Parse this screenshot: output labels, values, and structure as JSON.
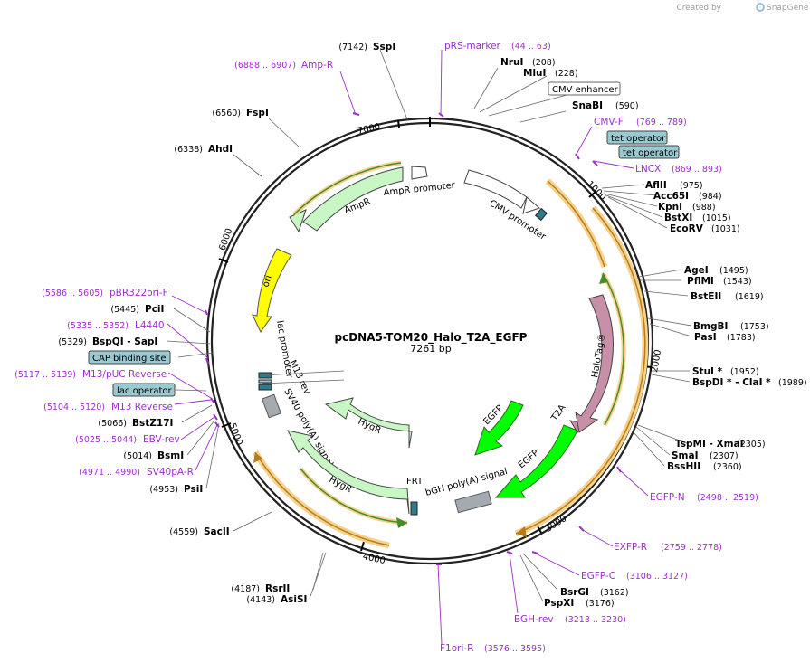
{
  "brand": {
    "created_by": "Created by",
    "name": "SnapGene"
  },
  "map": {
    "title": "pcDNA5-TOM20_Halo_T2A_EGFP",
    "size": "7261 bp"
  },
  "ticks": [
    "1000",
    "2000",
    "3000",
    "4000",
    "5000",
    "6000",
    "7000"
  ],
  "enzymes": [
    {
      "pos": "(7142)",
      "name": "SspI"
    },
    {
      "pos": "(6560)",
      "name": "FspI"
    },
    {
      "pos": "(6338)",
      "name": "AhdI"
    },
    {
      "name": "NruI",
      "pos": "(208)"
    },
    {
      "name": "MluI",
      "pos": "(228)"
    },
    {
      "name": "SnaBI",
      "pos": "(590)"
    },
    {
      "name": "AflII",
      "pos": "(975)"
    },
    {
      "name": "Acc65I",
      "pos": "(984)"
    },
    {
      "name": "KpnI",
      "pos": "(988)"
    },
    {
      "name": "BstXI",
      "pos": "(1015)"
    },
    {
      "name": "EcoRV",
      "pos": "(1031)"
    },
    {
      "name": "AgeI",
      "pos": "(1495)"
    },
    {
      "name": "PflMI",
      "pos": "(1543)"
    },
    {
      "name": "BstEII",
      "pos": "(1619)"
    },
    {
      "name": "BmgBI",
      "pos": "(1753)"
    },
    {
      "name": "PasI",
      "pos": "(1783)"
    },
    {
      "name": "StuI *",
      "pos": "(1952)"
    },
    {
      "name": "BspDI * - ClaI *",
      "pos": "(1989)"
    },
    {
      "name": "TspMI - XmaI",
      "pos": "(2305)"
    },
    {
      "name": "SmaI",
      "pos": "(2307)"
    },
    {
      "name": "BssHII",
      "pos": "(2360)"
    },
    {
      "name": "BsrGI",
      "pos": "(3162)"
    },
    {
      "name": "PspXI",
      "pos": "(3176)"
    },
    {
      "pos": "(5445)",
      "name": "PciI"
    },
    {
      "pos": "(5329)",
      "name": "BspQI - SapI"
    },
    {
      "pos": "(5066)",
      "name": "BstZ17I"
    },
    {
      "pos": "(5014)",
      "name": "BsmI"
    },
    {
      "pos": "(4953)",
      "name": "PsiI"
    },
    {
      "pos": "(4559)",
      "name": "SacII"
    },
    {
      "pos": "(4187)",
      "name": "RsrII"
    },
    {
      "pos": "(4143)",
      "name": "AsiSI"
    }
  ],
  "primers": [
    {
      "pos": "(6888 .. 6907)",
      "name": "Amp-R"
    },
    {
      "name": "pRS-marker",
      "pos": "(44 .. 63)"
    },
    {
      "name": "CMV-F",
      "pos": "(769 .. 789)"
    },
    {
      "name": "LNCX",
      "pos": "(869 .. 893)"
    },
    {
      "name": "EGFP-N",
      "pos": "(2498 .. 2519)"
    },
    {
      "name": "EXFP-R",
      "pos": "(2759 .. 2778)"
    },
    {
      "name": "EGFP-C",
      "pos": "(3106 .. 3127)"
    },
    {
      "name": "BGH-rev",
      "pos": "(3213 .. 3230)"
    },
    {
      "name": "F1ori-R",
      "pos": "(3576 .. 3595)"
    },
    {
      "pos": "(5586 .. 5605)",
      "name": "pBR322ori-F"
    },
    {
      "pos": "(5335 .. 5352)",
      "name": "L4440"
    },
    {
      "pos": "(5117 .. 5139)",
      "name": "M13/pUC Reverse"
    },
    {
      "pos": "(5104 .. 5120)",
      "name": "M13 Reverse"
    },
    {
      "pos": "(5025 .. 5044)",
      "name": "EBV-rev"
    },
    {
      "pos": "(4971 .. 4990)",
      "name": "SV40pA-R"
    }
  ],
  "boxed": [
    "CMV enhancer",
    "tet operator",
    "tet operator",
    "CAP binding site",
    "lac operator"
  ],
  "features": [
    "AmpR",
    "AmpR promoter",
    "CMV promoter",
    "ori",
    "lac promoter",
    "M13 rev",
    "SV40 poly(A) signal",
    "HygR",
    "HygR",
    "FRT",
    "bGH poly(A) signal",
    "EGFP",
    "EGFP",
    "T2A",
    "HaloTag®"
  ],
  "colors": {
    "primer": "#9b2fc8",
    "amp": "#c8f7c5",
    "ori": "#ffff00",
    "egfp": "#00ff00",
    "halo": "#c88fa8",
    "operator": "#9ac9d2",
    "grey": "#a5aab0",
    "orange_ring": "#f5d38f"
  }
}
